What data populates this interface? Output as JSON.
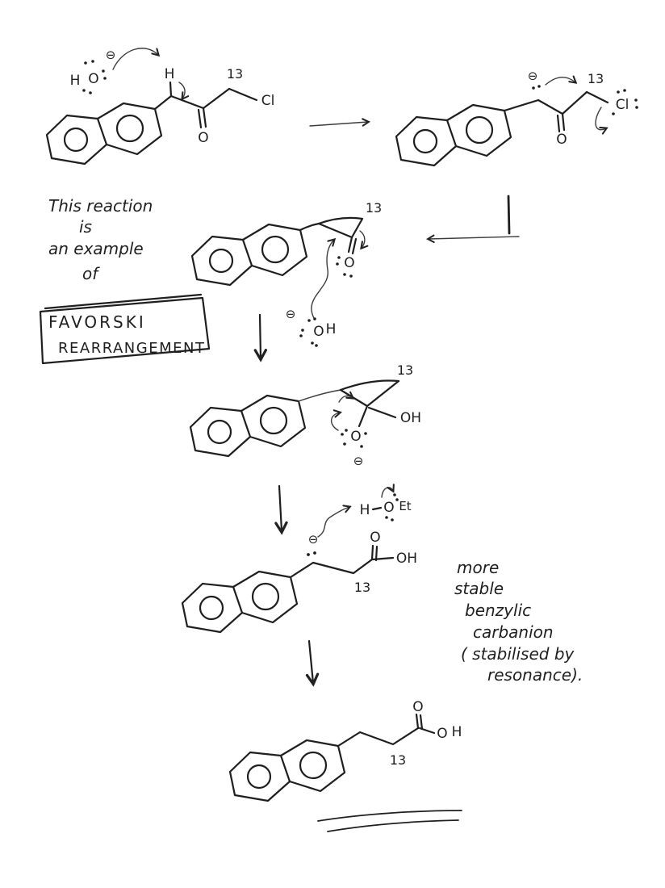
{
  "page": {
    "background": "#ffffff",
    "ink_color": "#1f1f1f"
  },
  "note": {
    "line1": "This reaction",
    "line2": "is",
    "line3": "an example",
    "line4": "of"
  },
  "box": {
    "line1": "FAVORSKI",
    "line2": "REARRANGEMENT"
  },
  "stability": {
    "line1": "more",
    "line2": "stable",
    "line3": "benzylic",
    "line4": "carbanion",
    "line5": "( stabilised by",
    "line6": "resonance)."
  },
  "labels": {
    "hydrogen": "H",
    "oxygen": "O",
    "chlorine": "Cl",
    "isotope": "13",
    "hydroxyl": "OH",
    "ethyl": "Et",
    "charge": "⊖"
  }
}
